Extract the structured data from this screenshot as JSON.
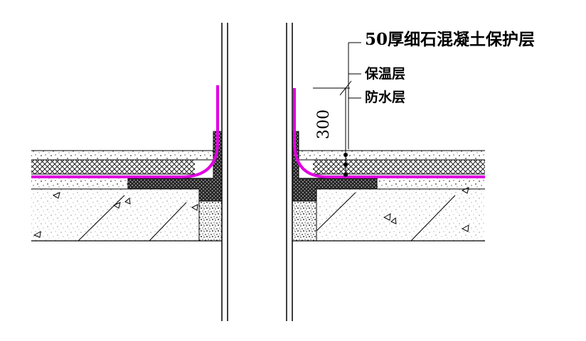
{
  "labels": {
    "protection_layer": "50厚细石混凝土保护层",
    "insulation_layer": "保温层",
    "waterproof_layer": "防水层"
  },
  "dimension": {
    "value": "300"
  },
  "colors": {
    "waterproof_membrane": "#e000e0",
    "line": "#000000",
    "background": "#ffffff"
  }
}
